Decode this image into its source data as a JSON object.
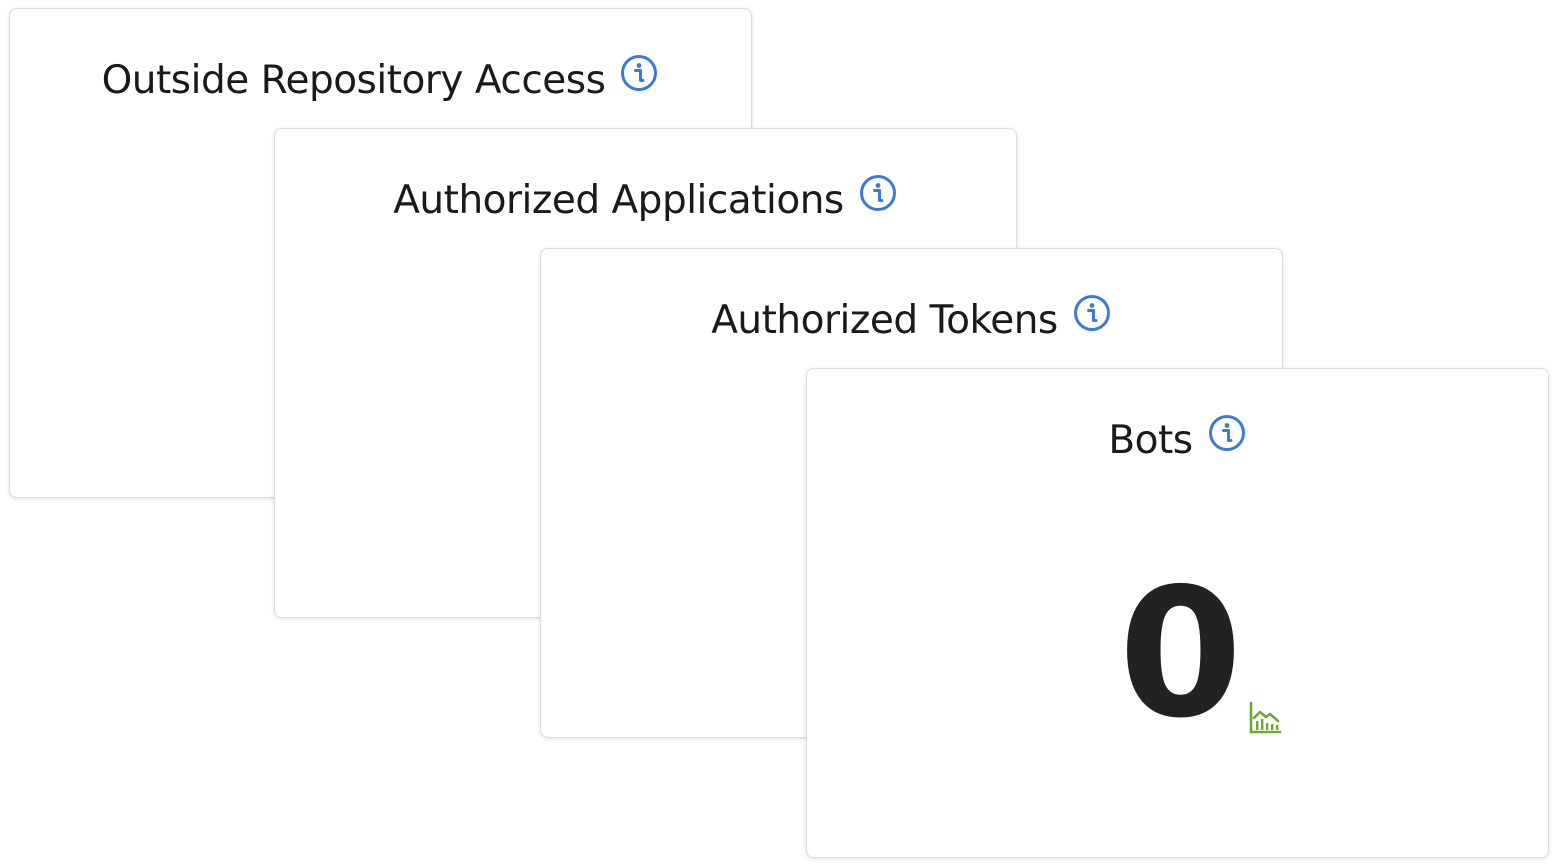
{
  "cards": [
    {
      "title": "Outside Repository Access",
      "info_icon": "info-icon"
    },
    {
      "title": "Authorized Applications",
      "info_icon": "info-icon"
    },
    {
      "title": "Authorized Tokens",
      "info_icon": "info-icon"
    },
    {
      "title": "Bots",
      "info_icon": "info-icon",
      "value": "0",
      "trend_icon": "trend-chart-icon"
    }
  ],
  "colors": {
    "info_icon": "#3a7bd5",
    "trend_icon": "#6aab2e",
    "metric_value": "#222222"
  }
}
